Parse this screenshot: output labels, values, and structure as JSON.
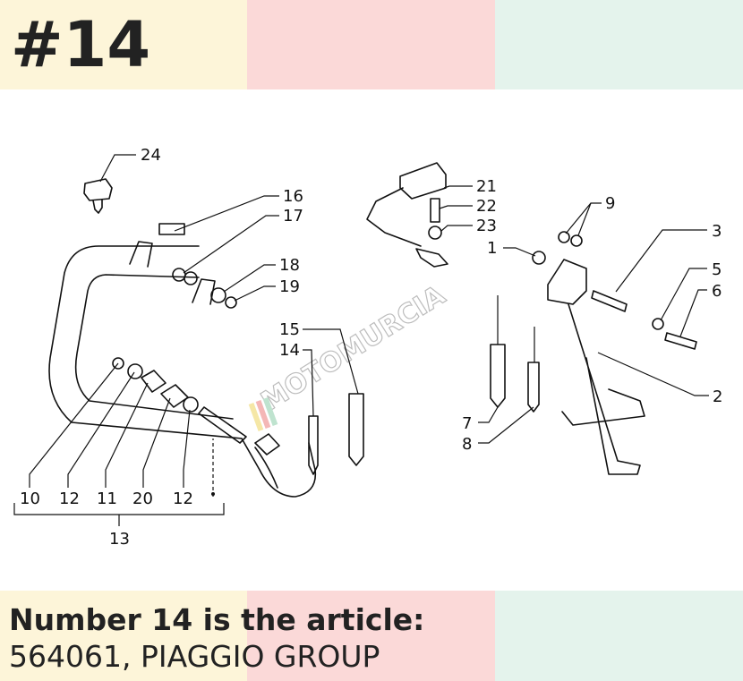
{
  "header": {
    "item_number": "#14"
  },
  "caption": {
    "line1": "Number 14 is the article:",
    "line2": "564061, PIAGGIO GROUP"
  },
  "diagram": {
    "watermark": "MOTOMURCIA",
    "callouts": {
      "c1": "1",
      "c2": "2",
      "c3": "3",
      "c5": "5",
      "c6": "6",
      "c7": "7",
      "c8": "8",
      "c9": "9",
      "c10": "10",
      "c11": "11",
      "c12a": "12",
      "c12b": "12",
      "c13": "13",
      "c14": "14",
      "c15": "15",
      "c16": "16",
      "c17": "17",
      "c18": "18",
      "c19": "19",
      "c20": "20",
      "c21": "21",
      "c22": "22",
      "c23": "23",
      "c24": "24"
    }
  },
  "colors": {
    "band_yellow": "#fdf5d9",
    "band_pink": "#fbd9d8",
    "band_mint": "#e4f3ec",
    "text": "#222222"
  }
}
